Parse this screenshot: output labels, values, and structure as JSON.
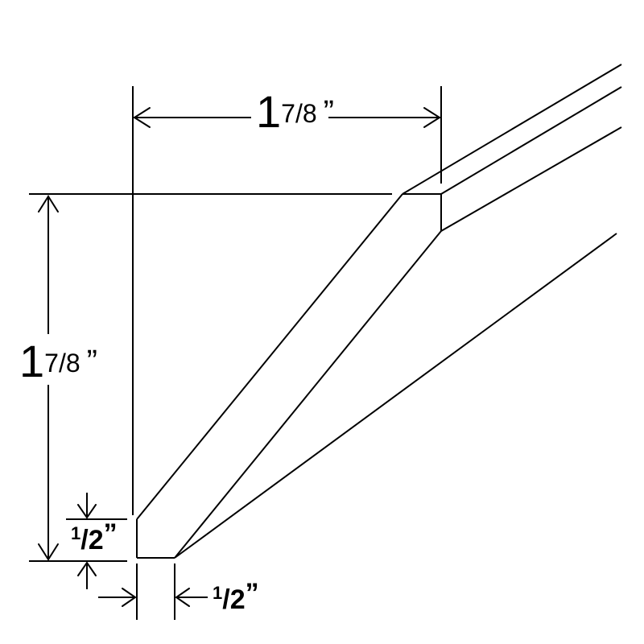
{
  "dimensions": {
    "top_width": {
      "whole": "1",
      "fraction": "7/8",
      "unit": "”"
    },
    "left_height": {
      "whole": "1",
      "fraction": "7/8",
      "unit": "”"
    },
    "bottom_height": {
      "numerator": "1",
      "rest": "/2",
      "unit": "”"
    },
    "bottom_width": {
      "numerator": "1",
      "rest": "/2",
      "unit": "”"
    }
  }
}
